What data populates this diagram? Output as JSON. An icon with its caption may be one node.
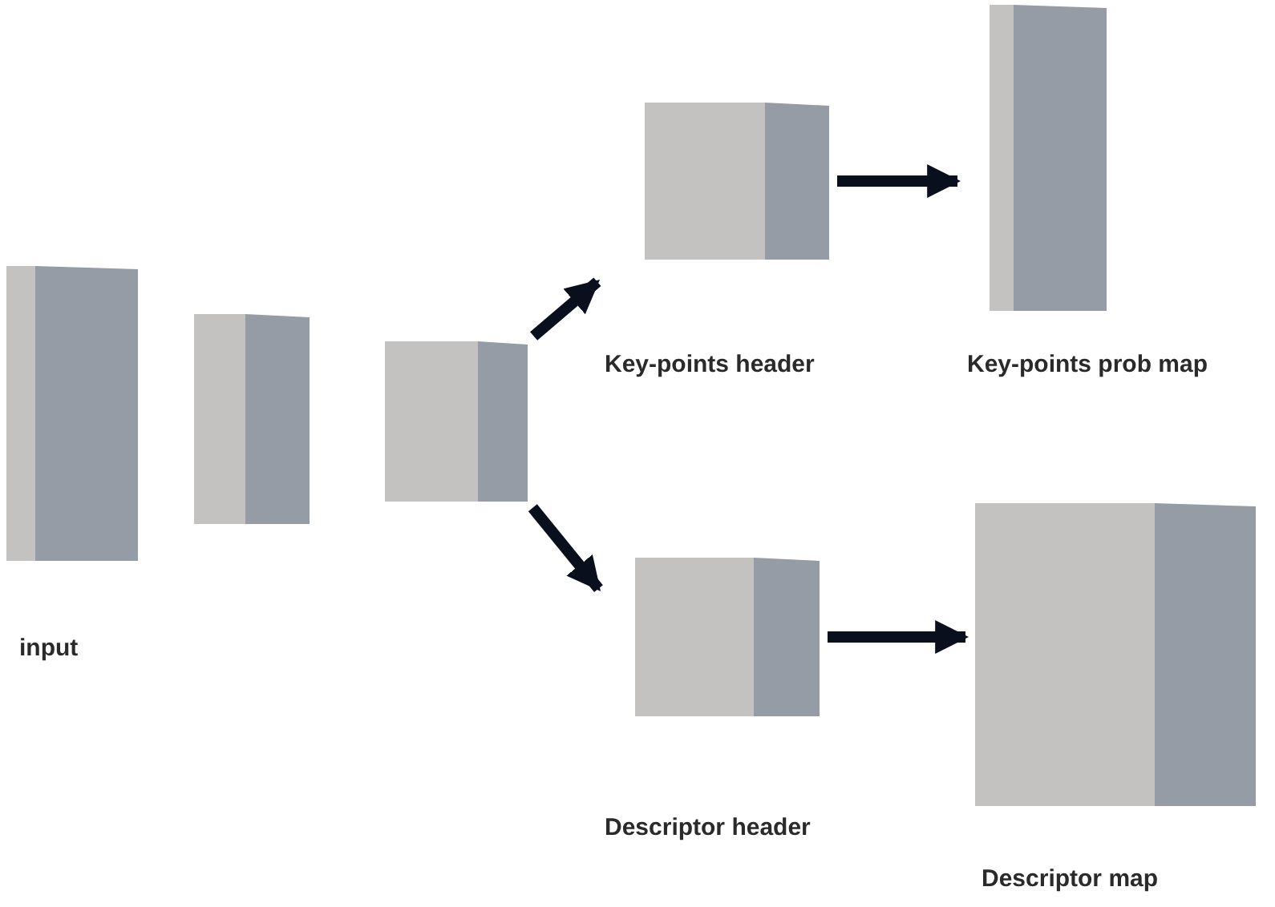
{
  "diagram": {
    "nodes": [
      {
        "text": [
          "input"
        ]
      },
      {
        "text": [],
        "shape": "box"
      },
      {
        "text": [],
        "shape": "box"
      },
      {
        "text": [
          "Key-points header"
        ]
      },
      {
        "text": [
          "Key-points prob map"
        ]
      },
      {
        "text": [
          "Descriptor header"
        ]
      },
      {
        "text": [
          "Descriptor map"
        ]
      }
    ],
    "edges": [
      {
        "from": 2,
        "to": 3,
        "arrow": "to"
      },
      {
        "from": 2,
        "to": 5,
        "arrow": "to"
      },
      {
        "from": 3,
        "to": 4,
        "arrow": "to"
      },
      {
        "from": 5,
        "to": 6,
        "arrow": "to"
      }
    ]
  }
}
